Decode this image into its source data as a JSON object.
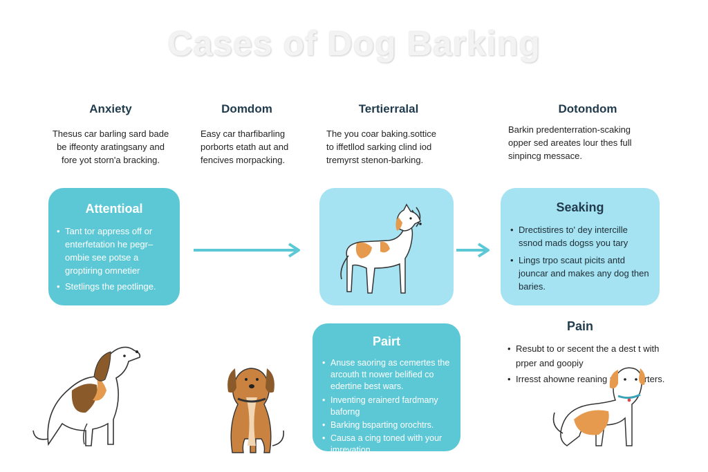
{
  "title": "Cases of Dog Barking",
  "columns": [
    {
      "heading": "Anxiety",
      "lines": [
        "Thesus car barling sard bade",
        "be iffeonty aratingsany and",
        "fore yot storn'a bracking."
      ]
    },
    {
      "heading": "Domdom",
      "lines": [
        "Easy car tharfibarling",
        "porborts etath aut and",
        "fencives morpacking."
      ]
    },
    {
      "heading": "Tertierralal",
      "lines": [
        "The you coar baking.sottice",
        "to iffetllod sarking clind iod",
        "tremyrst stenon-barking."
      ]
    },
    {
      "heading": "Dotondom",
      "lines": [
        "Barkin predenterration-scaking",
        "opper sed areates lour thes full",
        "sinpincg messace."
      ]
    }
  ],
  "boxes": {
    "attentional": {
      "heading": "Attentioal",
      "items": [
        "Tant tor appress off or enterfetation he pegr– ombie see potse a groptiring omnetier",
        "Stetlings the peotlinge."
      ]
    },
    "seeking": {
      "heading": "Seaking",
      "items": [
        "Drectistires to' dey intercille ssnod mads dogss you tary",
        "Lings trpo scaut picits antd jouncar and makes any dog then baries."
      ]
    },
    "pairt": {
      "heading": "Pairt",
      "items": [
        "Anuse saoring as cemertes the arcouth tt nower belified co edertine best wars.",
        "Inventing erainerd fardmany baforng",
        "Barking bsparting orochtrs.",
        "Causa a cing toned with your imrevation."
      ]
    }
  },
  "pain": {
    "heading": "Pain",
    "items": [
      "Resubt to or secent the a dest t with prper and goopiy",
      "Irresst ahowne reaning used etprters."
    ]
  },
  "colors": {
    "teal": "#5cc8d6",
    "light": "#a6e3f2",
    "arrow": "#5cc8d6",
    "dog_orange": "#e59a4e",
    "dog_brown": "#8a5a2b"
  }
}
